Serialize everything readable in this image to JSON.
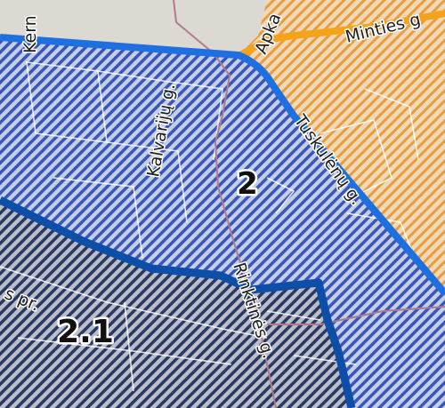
{
  "map": {
    "zones": [
      {
        "label": "2",
        "fill": "#6e8fd6",
        "border": "#1e6fe0"
      },
      {
        "label": "2.1",
        "fill": "#6f7e9a",
        "border": "#0d4fa8"
      },
      {
        "label": "",
        "fill": "#f4b35a",
        "border": "#f5a31a"
      }
    ],
    "streets": [
      {
        "name": "Kern"
      },
      {
        "name": "Apka"
      },
      {
        "name": "Minties g"
      },
      {
        "name": "Kalvarijų g."
      },
      {
        "name": "Tuskulėnų g."
      },
      {
        "name": "Rinktinės g."
      },
      {
        "name": "s pr."
      }
    ]
  }
}
